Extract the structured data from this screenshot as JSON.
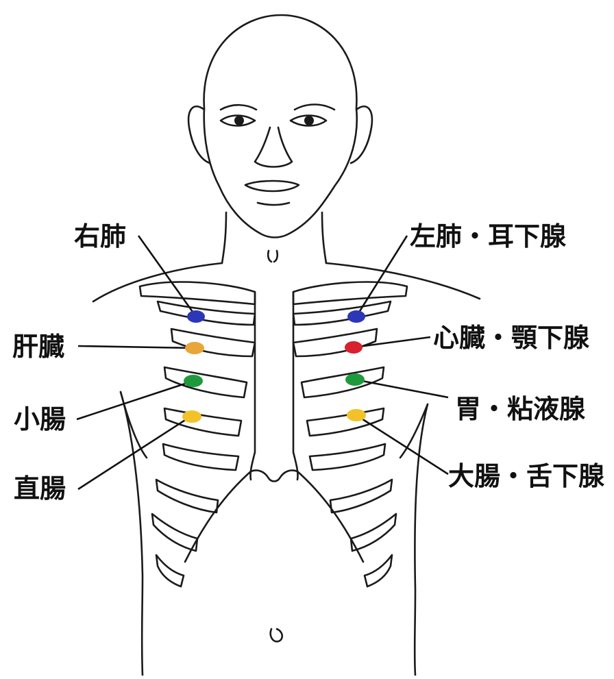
{
  "labels": {
    "right_lung": "右肺",
    "liver": "肝臓",
    "small_intestine": "小腸",
    "rectum": "直腸",
    "left_lung_parotid": "左肺・耳下腺",
    "heart_submandibular": "心臓・顎下腺",
    "stomach_mucous": "胃・粘液腺",
    "large_intestine_sublingual": "大腸・舌下腺"
  },
  "point_colors": {
    "blue": "#2b36b8",
    "orange": "#e8a53a",
    "green": "#1e9a3c",
    "yellow": "#f2c22a",
    "red": "#d8202e"
  }
}
